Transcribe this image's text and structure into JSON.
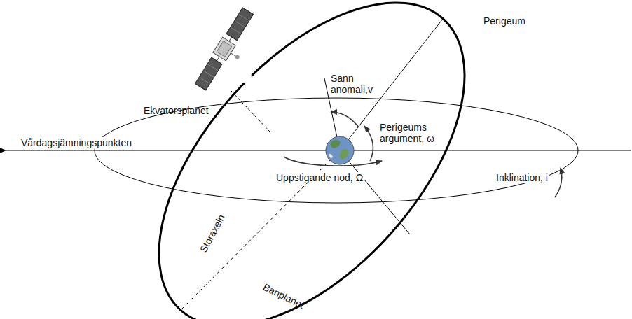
{
  "diagram": {
    "labels": [
      "Perigeum",
      "Sann anomali,v",
      "Ekvatorsplanet",
      "Vårdagsjämningspunkten",
      "Perigeums argument, ω",
      "Uppstigande nod, Ω",
      "Inklination, i",
      "Storaxeln",
      "Banplanet"
    ]
  }
}
